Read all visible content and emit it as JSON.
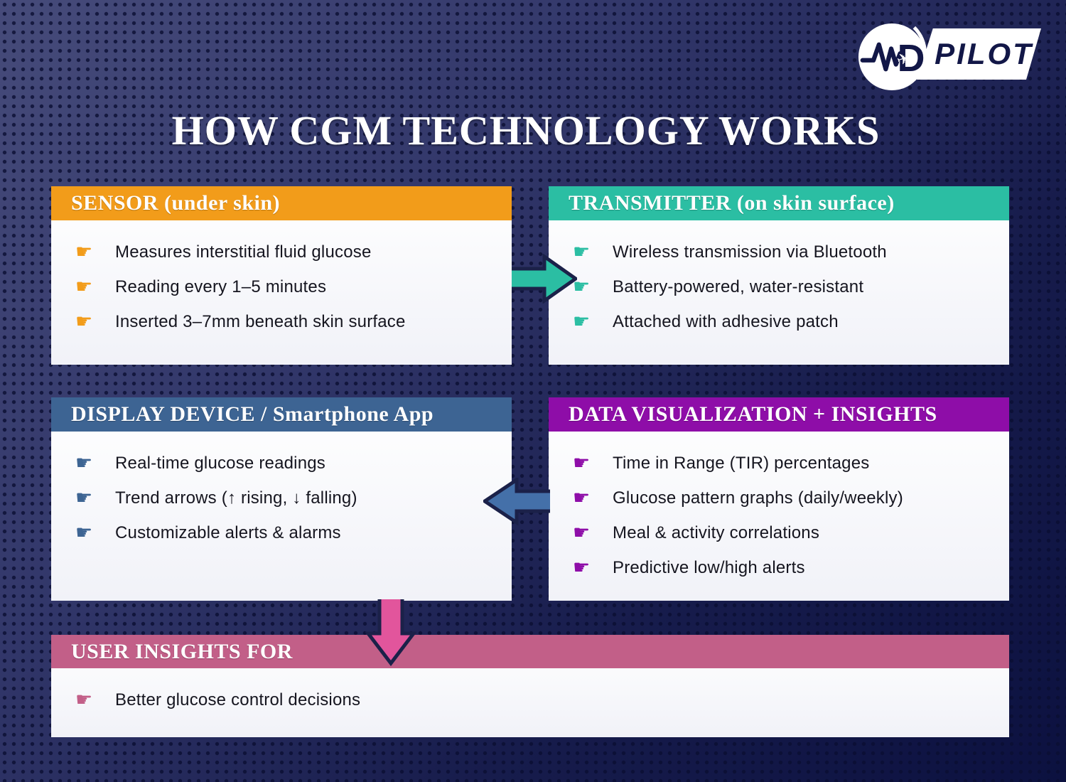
{
  "logo": {
    "monogram": "MD",
    "wordmark": "PILOT"
  },
  "title": "HOW CGM TECHNOLOGY WORKS",
  "bullet_glyph": "☛",
  "cards": [
    {
      "title": "SENSOR (under skin)",
      "accent": "#F29C1A",
      "items": [
        "Measures interstitial fluid glucose",
        "Reading every 1–5 minutes",
        "Inserted 3–7mm beneath skin surface"
      ]
    },
    {
      "title": "TRANSMITTER (on skin surface)",
      "accent": "#2BBEA3",
      "items": [
        "Wireless transmission via Bluetooth",
        "Battery-powered, water-resistant",
        "Attached with adhesive patch"
      ]
    },
    {
      "title": "DISPLAY DEVICE / Smartphone App",
      "accent": "#3D6493",
      "items": [
        "Real-time glucose readings",
        "Trend arrows (↑ rising, ↓ falling)",
        "Customizable alerts & alarms"
      ]
    },
    {
      "title": "DATA VISUALIZATION + INSIGHTS",
      "accent": "#8E0DA8",
      "items": [
        "Time in Range (TIR) percentages",
        "Glucose pattern graphs (daily/weekly)",
        "Meal & activity correlations",
        "Predictive low/high alerts"
      ]
    }
  ],
  "footer": {
    "title": "USER INSIGHTS FOR",
    "accent": "#C25F88",
    "items": [
      "Better glucose control decisions"
    ]
  },
  "colors": {
    "background_dark": "#0C1140",
    "background_light": "#464B7A",
    "arrow_teal": "#2BBEA3",
    "arrow_blue": "#4470A9",
    "arrow_pink": "#E2559C",
    "arrow_outline_navy": "#1B2149",
    "logo_navy": "#121747"
  }
}
